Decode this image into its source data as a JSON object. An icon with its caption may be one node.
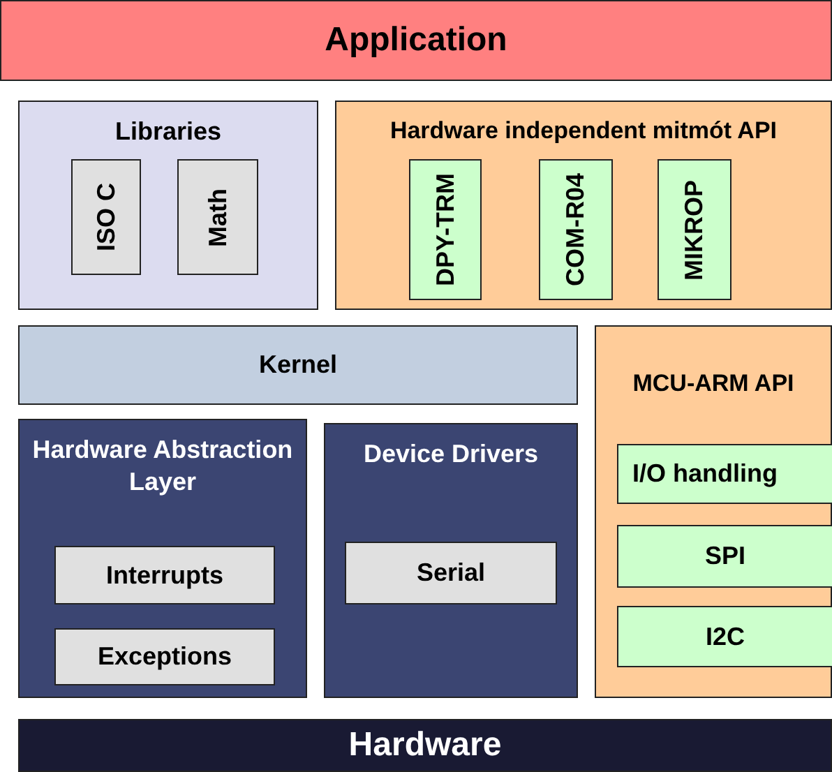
{
  "diagram": {
    "nodes": [
      {
        "text": [
          "Application"
        ]
      },
      {
        "text": [
          "Libraries"
        ]
      },
      {
        "text": [
          "ISO C"
        ],
        "in": 1
      },
      {
        "text": [
          "Math"
        ],
        "in": 1
      },
      {
        "text": [
          "Hardware independent mitmót API"
        ]
      },
      {
        "text": [
          "DPY-TRM"
        ],
        "in": 4
      },
      {
        "text": [
          "COM-R04"
        ],
        "in": 4
      },
      {
        "text": [
          "MIKROP"
        ],
        "in": 4
      },
      {
        "text": [
          "Kernel"
        ]
      },
      {
        "text": [
          "MCU-ARM API"
        ]
      },
      {
        "text": [
          "I/O handling"
        ],
        "in": 9
      },
      {
        "text": [
          "SPI"
        ],
        "in": 9
      },
      {
        "text": [
          "I2C"
        ],
        "in": 9
      },
      {
        "text": [
          "Hardware Abstraction Layer"
        ]
      },
      {
        "text": [
          "Interrupts"
        ],
        "in": 13
      },
      {
        "text": [
          "Exceptions"
        ],
        "in": 13
      },
      {
        "text": [
          "Device Drivers"
        ]
      },
      {
        "text": [
          "Serial"
        ],
        "in": 16
      },
      {
        "text": [
          "Hardware"
        ]
      }
    ]
  }
}
